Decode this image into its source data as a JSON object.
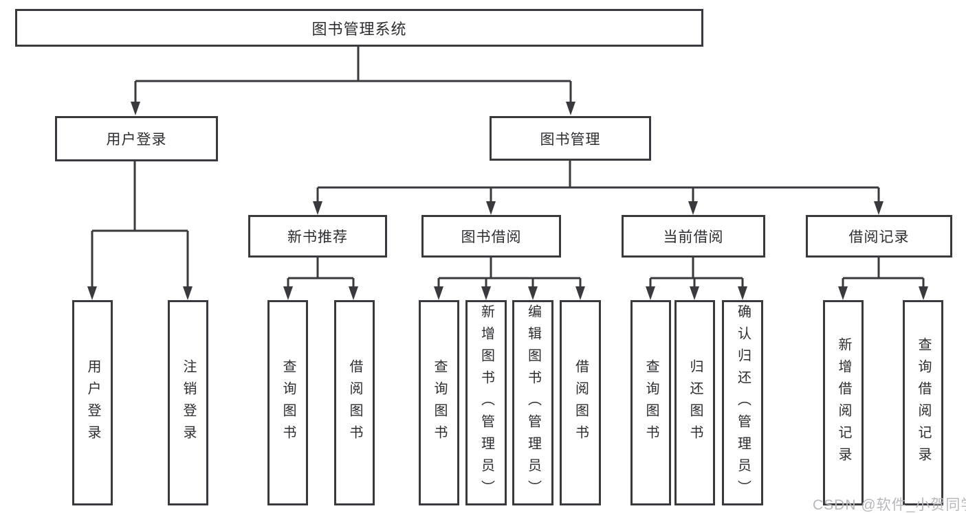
{
  "tree": {
    "root": {
      "label": "图书管理系统",
      "children": [
        {
          "label": "用户登录",
          "children": [
            {
              "label": "用户登录"
            },
            {
              "label": "注销登录"
            }
          ]
        },
        {
          "label": "图书管理",
          "children": [
            {
              "label": "新书推荐",
              "children": [
                {
                  "label": "查询图书"
                },
                {
                  "label": "借阅图书"
                }
              ]
            },
            {
              "label": "图书借阅",
              "children": [
                {
                  "label": "查询图书"
                },
                {
                  "label": "新增图书（管理员）"
                },
                {
                  "label": "编辑图书（管理员）"
                },
                {
                  "label": "借阅图书"
                }
              ]
            },
            {
              "label": "当前借阅",
              "children": [
                {
                  "label": "查询图书"
                },
                {
                  "label": "归还图书"
                },
                {
                  "label": "确认归还（管理员）"
                }
              ]
            },
            {
              "label": "借阅记录",
              "children": [
                {
                  "label": "新增借阅记录"
                },
                {
                  "label": "查询借阅记录"
                }
              ]
            }
          ]
        }
      ]
    }
  },
  "watermark": {
    "text": "CSDN @软件_小贺同学"
  },
  "colors": {
    "line": "#3a3a3e",
    "text": "#2d2d31",
    "watermark": "#b7b8bd",
    "background": "#ffffff"
  }
}
